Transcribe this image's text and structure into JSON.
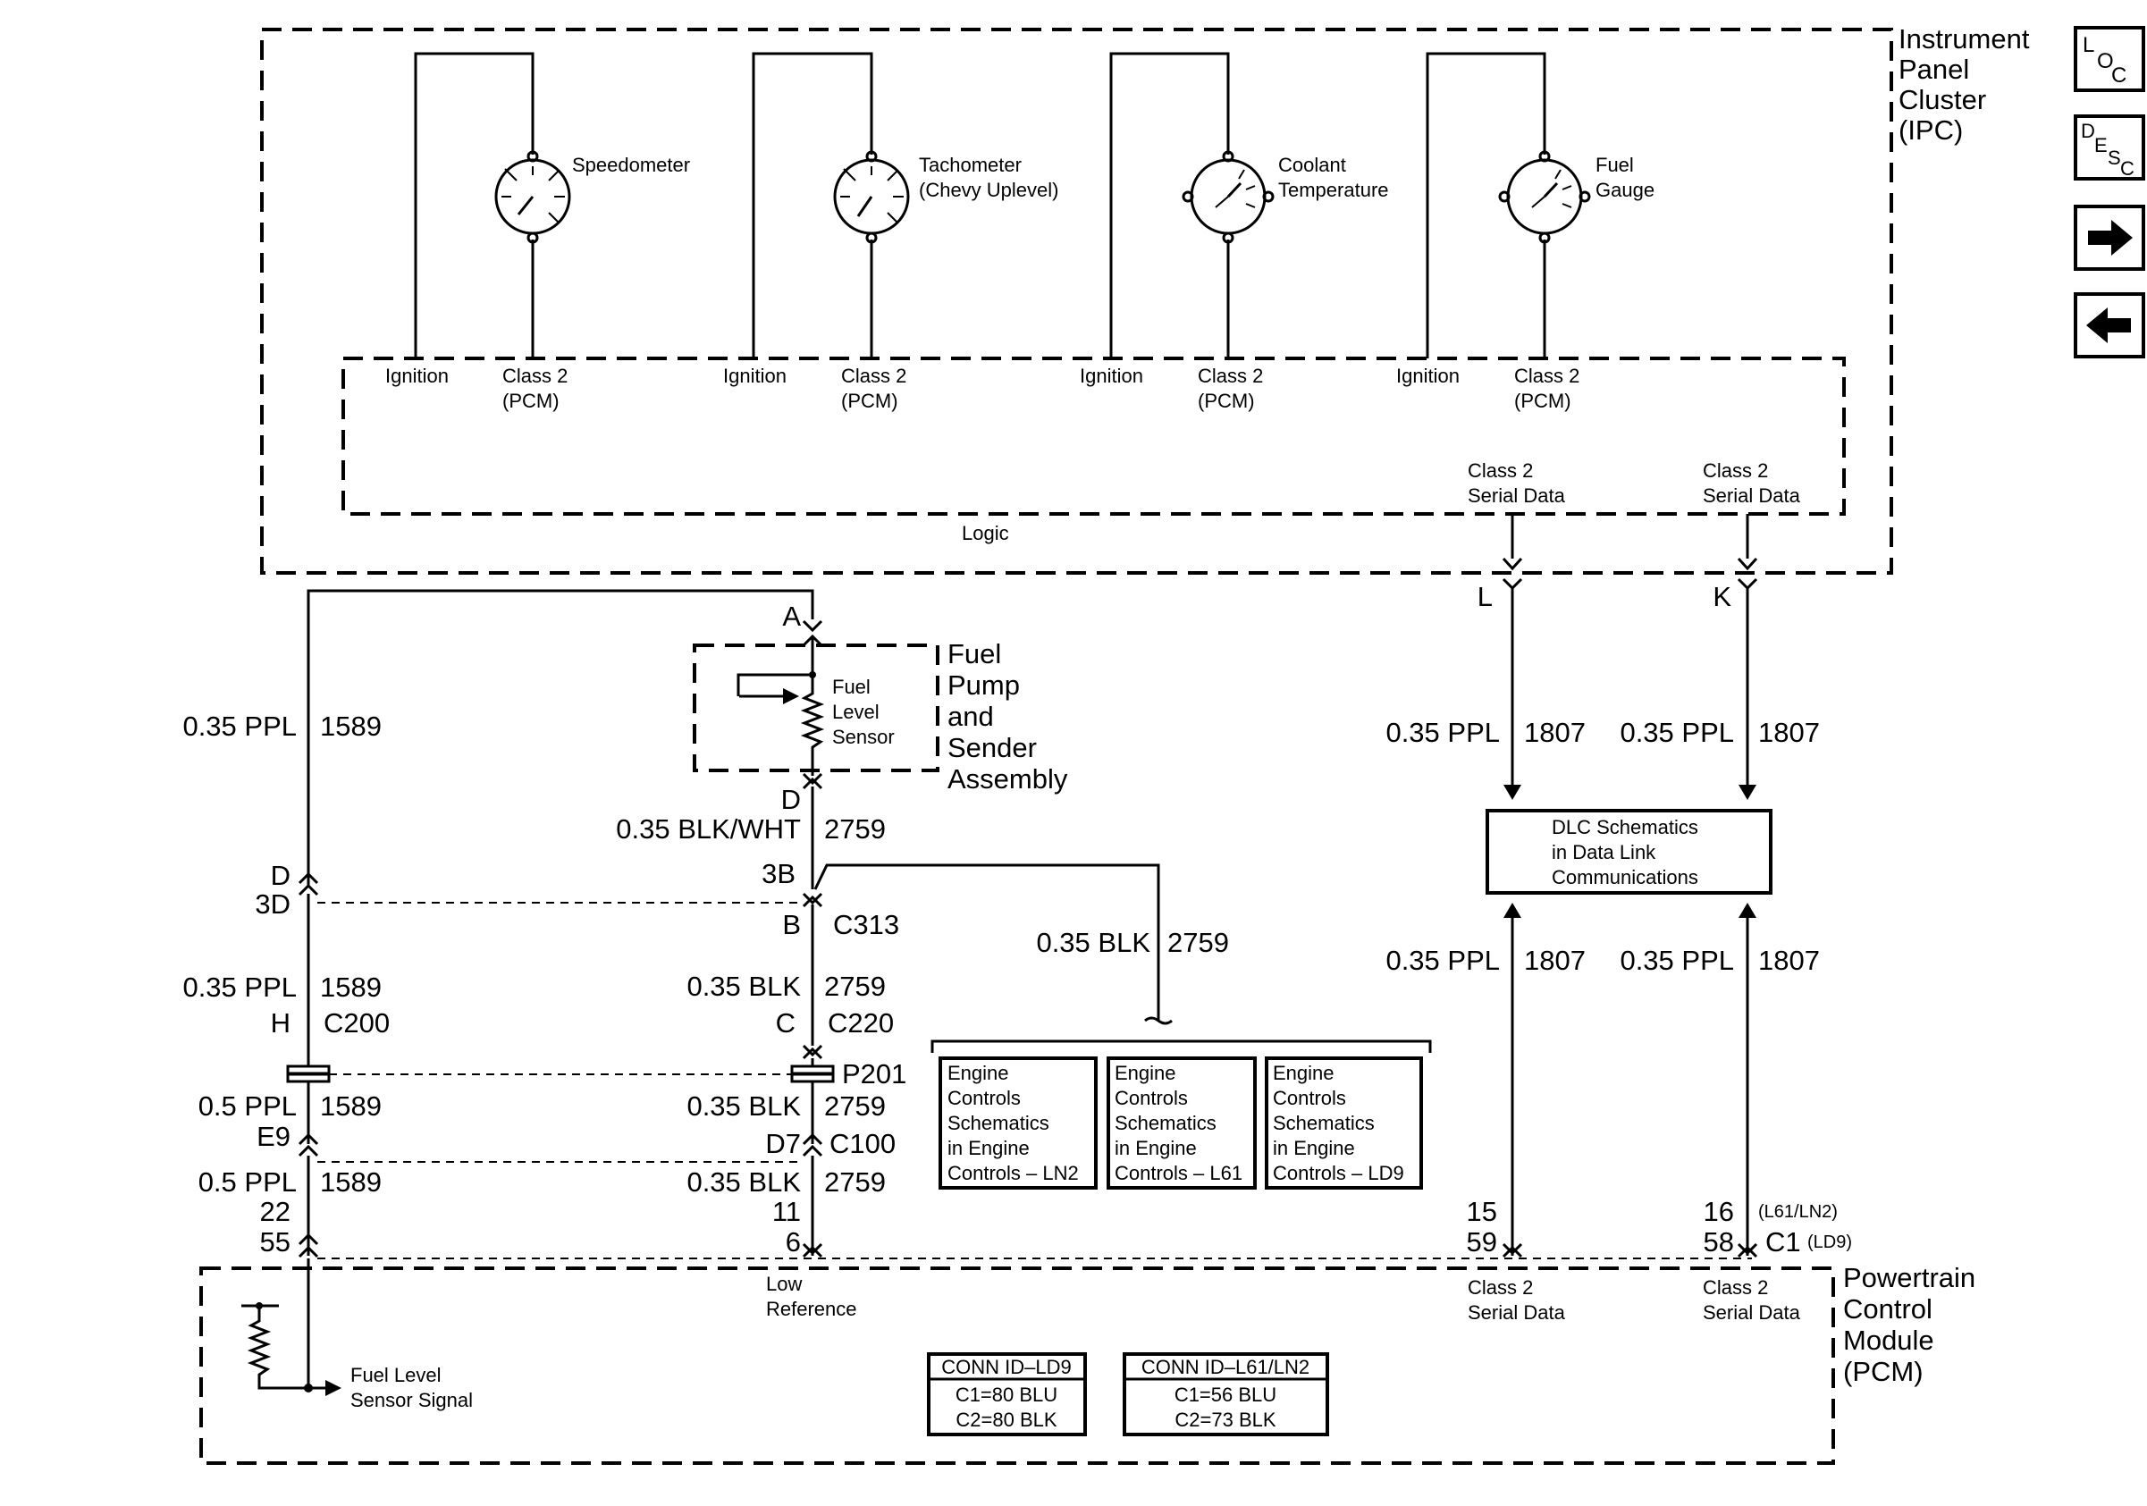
{
  "ipc": {
    "label": [
      "Instrument",
      "Panel",
      "Cluster",
      "(IPC)"
    ],
    "logic_label": "Logic",
    "gauges": [
      {
        "name": [
          "Speedometer"
        ],
        "left_label": "Ignition",
        "right_label": [
          "Class 2",
          "(PCM)"
        ]
      },
      {
        "name": [
          "Tachometer",
          "(Chevy Uplevel)"
        ],
        "left_label": "Ignition",
        "right_label": [
          "Class 2",
          "(PCM)"
        ]
      },
      {
        "name": [
          "Coolant",
          "Temperature"
        ],
        "left_label": "Ignition",
        "right_label": [
          "Class 2",
          "(PCM)"
        ]
      },
      {
        "name": [
          "Fuel",
          "Gauge"
        ],
        "left_label": "Ignition",
        "right_label": [
          "Class 2",
          "(PCM)"
        ]
      }
    ],
    "serial_left": [
      "Class 2",
      "Serial Data"
    ],
    "serial_right": [
      "Class 2",
      "Serial Data"
    ]
  },
  "nav": {
    "loc": {
      "a": "L",
      "b": "O",
      "c": "C"
    },
    "desc": {
      "a": "D",
      "b": "E",
      "c": "S",
      "d": "C"
    }
  },
  "fuel_pump": {
    "label": [
      "Fuel",
      "Pump",
      "and",
      "Sender",
      "Assembly"
    ],
    "sensor_label": [
      "Fuel",
      "Level",
      "Sensor"
    ],
    "pin_top": "A",
    "pin_bottom": "D"
  },
  "left_wire": {
    "seg1": {
      "gauge": "0.35 PPL",
      "circuit": "1589"
    },
    "conn1_top": "D",
    "conn1_bottom": "3D",
    "seg2": {
      "gauge": "0.35 PPL",
      "circuit": "1589"
    },
    "c200_pin": "H",
    "c200_name": "C200",
    "seg3": {
      "gauge": "0.5 PPL",
      "circuit": "1589"
    },
    "e9": "E9",
    "seg4": {
      "gauge": "0.5 PPL",
      "circuit": "1589"
    },
    "pin_a": "22",
    "pin_b": "55"
  },
  "center_wire": {
    "seg1": {
      "gauge": "0.35 BLK/WHT",
      "circuit": "2759"
    },
    "pin_3b": "3B",
    "pin_b": "B",
    "c313": "C313",
    "seg2": {
      "gauge": "0.35 BLK",
      "circuit": "2759"
    },
    "pin_c": "C",
    "c220": "C220",
    "p201": "P201",
    "seg3": {
      "gauge": "0.35 BLK",
      "circuit": "2759"
    },
    "pin_d7": "D7",
    "c100": "C100",
    "seg4": {
      "gauge": "0.35 BLK",
      "circuit": "2759"
    },
    "pin_a": "11",
    "pin_b2": "6",
    "branch": {
      "gauge": "0.35 BLK",
      "circuit": "2759"
    }
  },
  "engine_boxes": [
    [
      "Engine",
      "Controls",
      "Schematics",
      "in Engine",
      "Controls – LN2"
    ],
    [
      "Engine",
      "Controls",
      "Schematics",
      "in Engine",
      "Controls – L61"
    ],
    [
      "Engine",
      "Controls",
      "Schematics",
      "in Engine",
      "Controls – LD9"
    ]
  ],
  "serial": {
    "pin_l": "L",
    "pin_k": "K",
    "top_left": {
      "gauge": "0.35 PPL",
      "circuit": "1807"
    },
    "top_right": {
      "gauge": "0.35 PPL",
      "circuit": "1807"
    },
    "dlc_box": [
      "DLC Schematics",
      "in Data Link",
      "Communications"
    ],
    "bot_left": {
      "gauge": "0.35 PPL",
      "circuit": "1807"
    },
    "bot_right": {
      "gauge": "0.35 PPL",
      "circuit": "1807"
    },
    "pcm_l_a": "15",
    "pcm_l_b": "59",
    "pcm_r_a": "16",
    "pcm_r_a_note": "(L61/LN2)",
    "pcm_r_b": "58",
    "c1": "C1",
    "c1_note": "(LD9)"
  },
  "pcm": {
    "label": [
      "Powertrain",
      "Control",
      "Module",
      "(PCM)"
    ],
    "low_ref": [
      "Low",
      "Reference"
    ],
    "fuel_signal": [
      "Fuel Level",
      "Sensor Signal"
    ],
    "serial_left": [
      "Class 2",
      "Serial Data"
    ],
    "serial_right": [
      "Class 2",
      "Serial Data"
    ],
    "conn_ld9": {
      "title": "CONN ID–LD9",
      "l1": "C1=80 BLU",
      "l2": "C2=80 BLK"
    },
    "conn_l61": {
      "title": "CONN ID–L61/LN2",
      "l1": "C1=56 BLU",
      "l2": "C2=73 BLK"
    }
  }
}
